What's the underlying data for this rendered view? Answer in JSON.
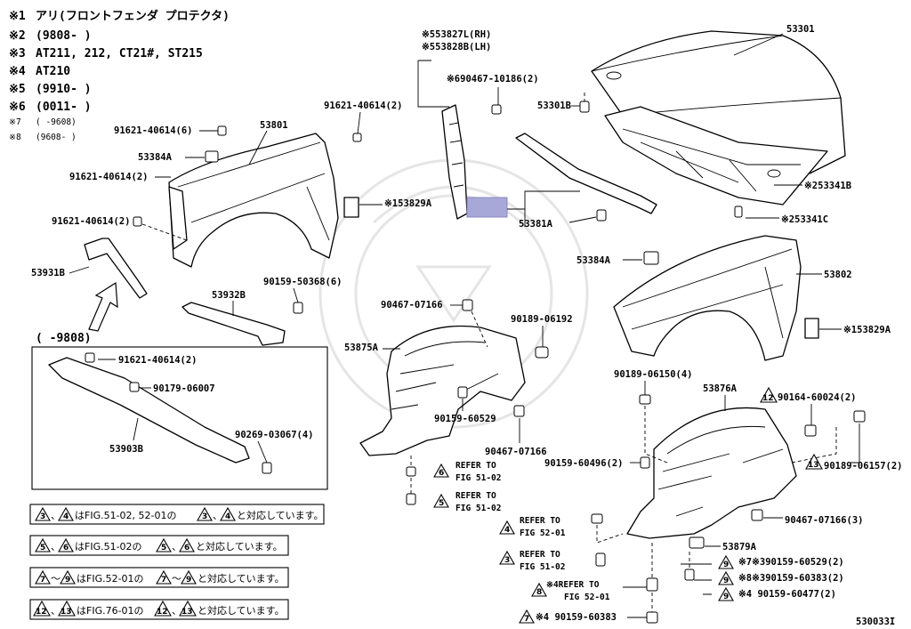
{
  "notes": [
    {
      "mark": "※1",
      "text": "アリ(フロントフェンダ プロテクタ)"
    },
    {
      "mark": "※2",
      "text": "(9808-      )"
    },
    {
      "mark": "※3",
      "text": "AT211, 212, CT21#, ST215"
    },
    {
      "mark": "※4",
      "text": "AT210"
    },
    {
      "mark": "※5",
      "text": "(9910-      )"
    },
    {
      "mark": "※6",
      "text": "(0011-      )"
    },
    {
      "mark": "※7",
      "text": "(   -9608)"
    },
    {
      "mark": "※8",
      "text": "(9608-   )"
    }
  ],
  "parts": {
    "p53301": "53301",
    "p53827": "※553827L(RH)",
    "p53828": "※553828B(LH)",
    "p90467_10186": "※690467-10186(2)",
    "p53301b": "53301B",
    "p53341b": "※253341B",
    "p53341c": "※253341C",
    "p53381a": "53381A",
    "p53829a_l": "※153829A",
    "p53829a_r": "※153829A",
    "p91621_top": "91621-40614(2)",
    "p91621_6": "91621-40614(6)",
    "p53801": "53801",
    "p53384a_l": "53384A",
    "p91621_2a": "91621-40614(2)",
    "p91621_2b": "91621-40614(2)",
    "p53931b": "53931B",
    "p53932b": "53932B",
    "p90159_50368": "90159-50368(6)",
    "p53384a_r": "53384A",
    "p53802": "53802",
    "p90467_07166_a": "90467-07166",
    "p90189_06192": "90189-06192",
    "p53875a": "53875A",
    "p90159_60529": "90159-60529",
    "p90467_07166_b": "90467-07166",
    "p90189_06150": "90189-06150(4)",
    "p53876a": "53876A",
    "p90164_60024": "90164-60024(2)",
    "p90189_06157": "90189-06157(2)",
    "p90159_60496": "90159-60496(2)",
    "p90467_07166_3": "90467-07166(3)",
    "p53879a": "53879A",
    "p90159_60529_2": "※7※390159-60529(2)",
    "p90159_60383_2": "※8※390159-60383(2)",
    "p90159_60477_2": "※4 90159-60477(2)",
    "p90159_60383": "※4 90159-60383",
    "range_9808": "(       -9808)",
    "p91621_box": "91621-40614(2)",
    "p90179_06007": "90179-06007",
    "p53903b": "53903B",
    "p90269_03067": "90269-03067(4)"
  },
  "refs": [
    {
      "num": "6",
      "line1": "REFER TO",
      "line2": "FIG 51-02"
    },
    {
      "num": "5",
      "line1": "REFER TO",
      "line2": "FIG 51-02"
    },
    {
      "num": "4",
      "line1": "REFER TO",
      "line2": "FIG 52-01"
    },
    {
      "num": "3",
      "line1": "REFER TO",
      "line2": "FIG 51-02"
    },
    {
      "num": "8",
      "line1": "※4REFER TO",
      "line2": "FIG 52-01"
    }
  ],
  "tri_marks": {
    "t12": "12",
    "t13": "13",
    "t9a": "9",
    "t9b": "9",
    "t9c": "9",
    "t7": "7"
  },
  "legend": [
    {
      "a": "3",
      "b": "4",
      "text": "はFIG.51-02, 52-01の",
      "c": "3",
      "d": "4",
      "tail": "と対応しています。"
    },
    {
      "a": "5",
      "b": "6",
      "text": "はFIG.51-02の",
      "c": "5",
      "d": "6",
      "tail": "と対応しています。"
    },
    {
      "a": "7",
      "b": "9",
      "text": "はFIG.52-01の",
      "c": "7",
      "d": "9",
      "tail": "と対応しています。"
    },
    {
      "a": "12",
      "b": "13",
      "text": "はFIG.76-01の",
      "c": "12",
      "d": "13",
      "tail": "と対応しています。"
    }
  ],
  "legend_sep": [
    "、",
    "〜",
    "、"
  ],
  "footer_code": "530033I"
}
